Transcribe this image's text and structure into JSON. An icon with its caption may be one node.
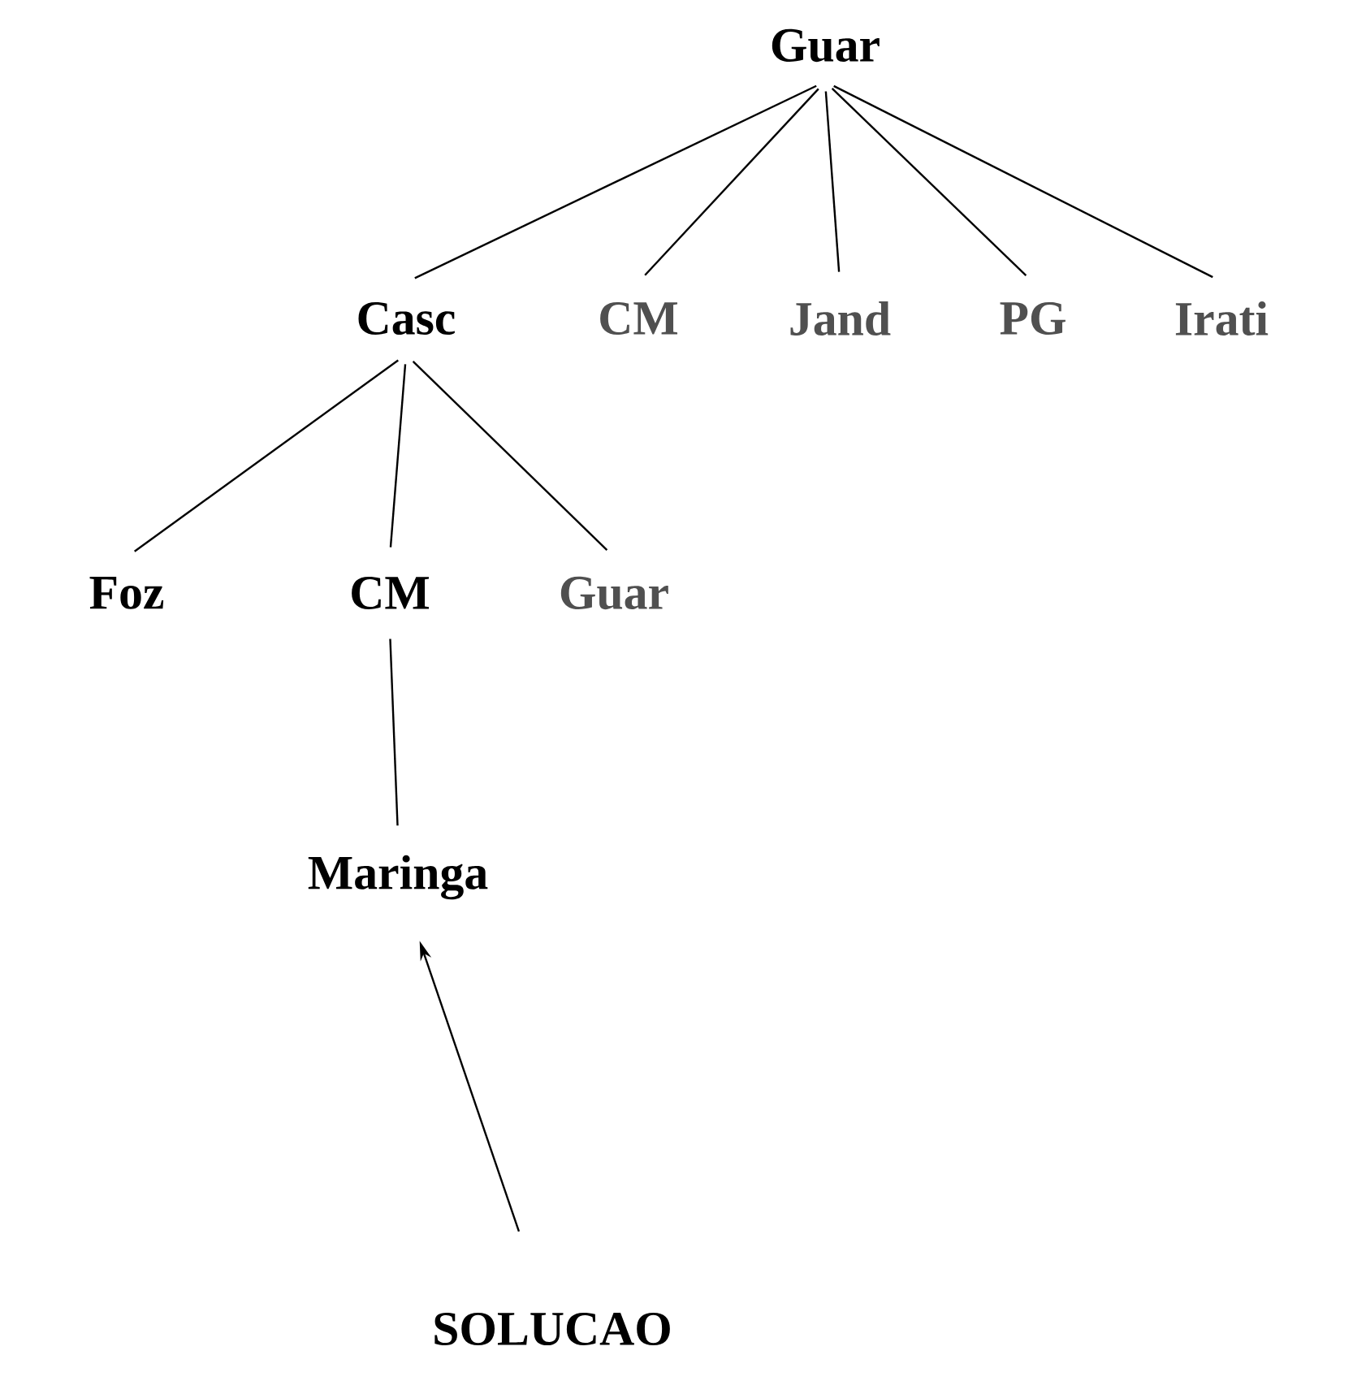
{
  "diagram": {
    "nodes": [
      {
        "text": [
          "Guar"
        ]
      },
      {
        "text": [
          "Casc"
        ]
      },
      {
        "text": [
          "CM"
        ]
      },
      {
        "text": [
          "Jand"
        ]
      },
      {
        "text": [
          "PG"
        ]
      },
      {
        "text": [
          "Irati"
        ]
      },
      {
        "text": [
          "Foz"
        ]
      },
      {
        "text": [
          "CM"
        ]
      },
      {
        "text": [
          "Guar"
        ]
      },
      {
        "text": [
          "Maringa"
        ]
      },
      {
        "text": [
          "SOLUCAO"
        ]
      }
    ],
    "edges": [
      {
        "from": 0,
        "to": 1,
        "arrow": "none"
      },
      {
        "from": 0,
        "to": 2,
        "arrow": "none"
      },
      {
        "from": 0,
        "to": 3,
        "arrow": "none"
      },
      {
        "from": 0,
        "to": 4,
        "arrow": "none"
      },
      {
        "from": 0,
        "to": 5,
        "arrow": "none"
      },
      {
        "from": 1,
        "to": 6,
        "arrow": "none"
      },
      {
        "from": 1,
        "to": 7,
        "arrow": "none"
      },
      {
        "from": 1,
        "to": 8,
        "arrow": "none"
      },
      {
        "from": 7,
        "to": 9,
        "arrow": "none"
      },
      {
        "from": 10,
        "to": 9,
        "arrow": "to"
      }
    ]
  }
}
